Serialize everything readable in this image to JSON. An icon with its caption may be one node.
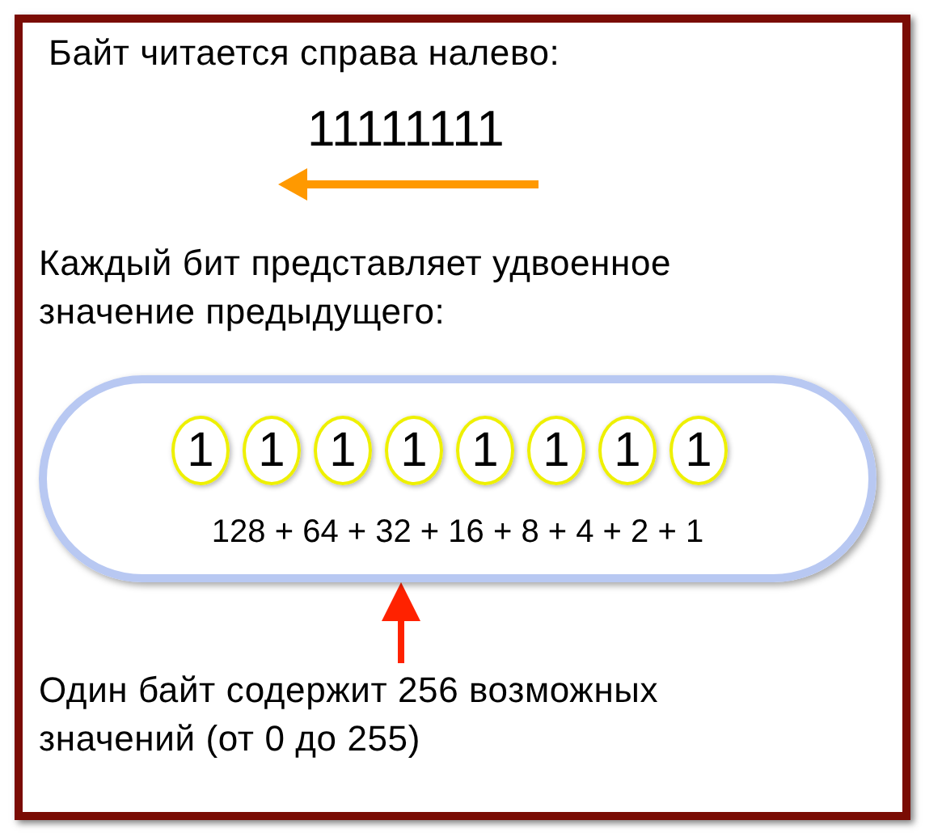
{
  "diagram": {
    "nodes": [
      {
        "text": [
          "128 + 64 + 32 + 16 + 8 + 4 + 2 + 1"
        ]
      },
      {
        "text": [
          "1"
        ],
        "in": 0
      },
      {
        "text": [
          "1"
        ],
        "in": 0
      },
      {
        "text": [
          "1"
        ],
        "in": 0
      },
      {
        "text": [
          "1"
        ],
        "in": 0
      },
      {
        "text": [
          "1"
        ],
        "in": 0
      },
      {
        "text": [
          "1"
        ],
        "in": 0
      },
      {
        "text": [
          "1"
        ],
        "in": 0
      },
      {
        "text": [
          "1"
        ],
        "in": 0
      },
      {
        "text": [
          "Один байт содержит 256 возможных значений (от 0 до 255)"
        ]
      }
    ],
    "edges": [
      {
        "from": 9,
        "to": 0,
        "arrow": "to",
        "color": "#ff2200"
      }
    ],
    "labels": [
      "Байт читается справа налево:",
      "11111111",
      "Каждый бит представляет удвоенное значение предыдущего:"
    ]
  }
}
